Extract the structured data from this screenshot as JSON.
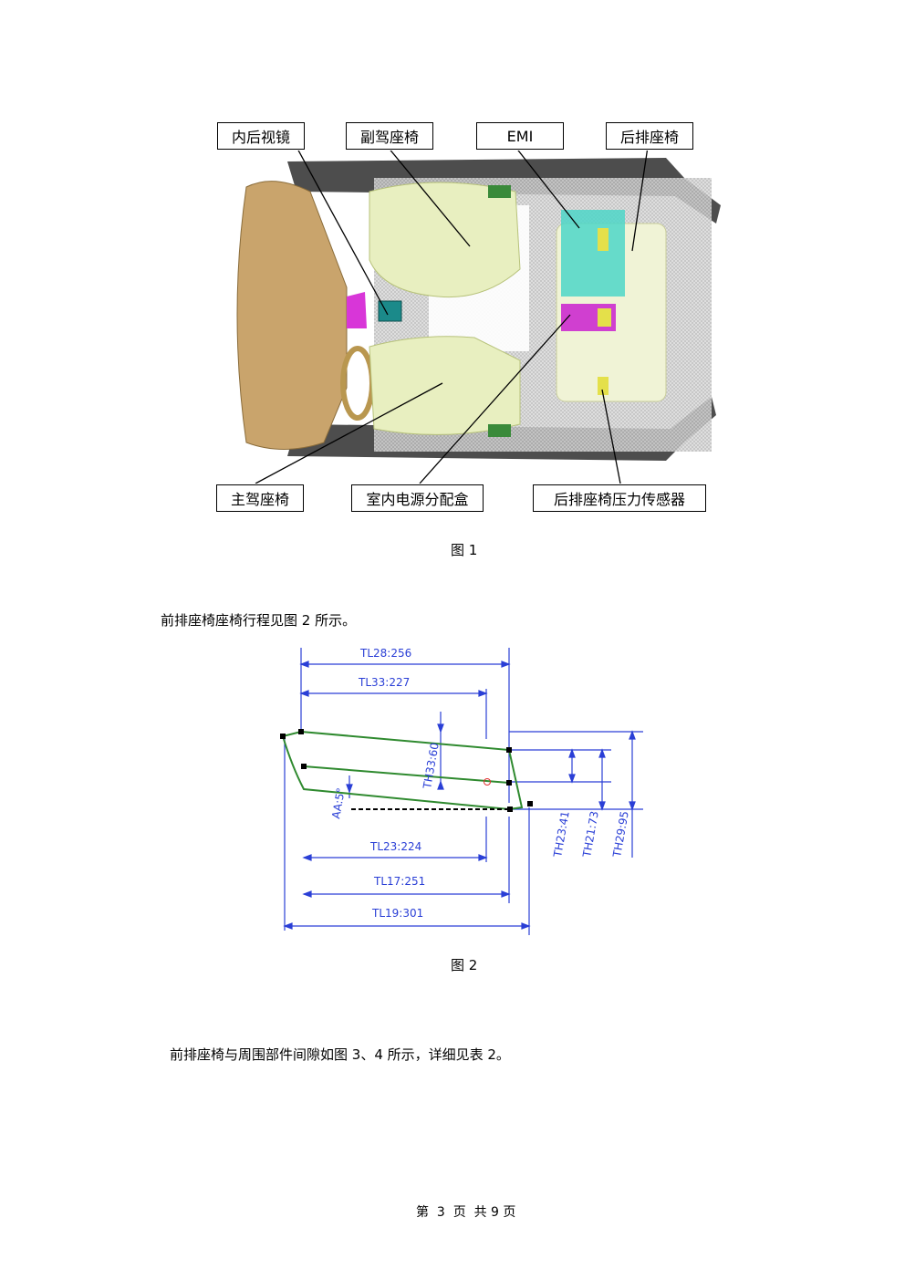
{
  "figure1": {
    "labels": {
      "mirror": "内后视镜",
      "passenger_seat": "副驾座椅",
      "emi": "EMI",
      "rear_seat": "后排座椅",
      "driver_seat": "主驾座椅",
      "power_box": "室内电源分配盒",
      "rear_sensor": "后排座椅压力传感器"
    },
    "caption": "图 1"
  },
  "paragraph1": "前排座椅座椅行程见图 2 所示。",
  "figure2": {
    "dims": {
      "tl28": "TL28:256",
      "tl33": "TL33:227",
      "th33": "TH33:60",
      "aa": "AA:5°",
      "tl23": "TL23:224",
      "tl17": "TL17:251",
      "tl19": "TL19:301",
      "th23": "TH23:41",
      "th21": "TH21:73",
      "th29": "TH29:95"
    },
    "caption": "图 2"
  },
  "paragraph2": "前排座椅与周围部件间隙如图 3、4 所示，详细见表 2。",
  "footer": "第  3  页  共 9 页",
  "colors": {
    "dimension": "#2a3fd6",
    "seat_outline": "#2f8a2f"
  }
}
